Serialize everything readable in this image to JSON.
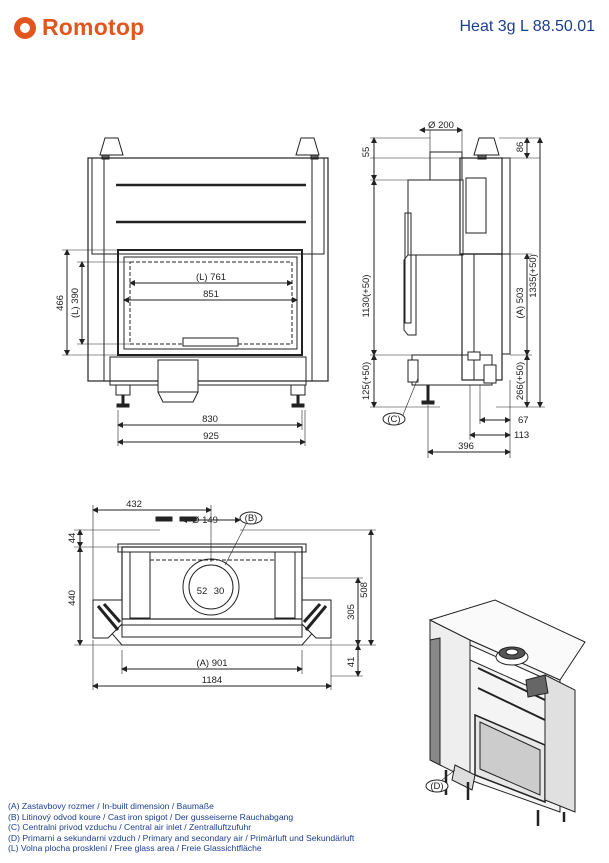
{
  "brand": {
    "name": "Romotop",
    "color": "#e1561f"
  },
  "model": "Heat 3g L 88.50.01",
  "front_view": {
    "dims": {
      "glass_width": "(L) 761",
      "inner_width": "851",
      "base_width": "830",
      "total_width": "925",
      "height_466": "466",
      "height_390": "(L) 390"
    }
  },
  "side_view": {
    "dims": {
      "flue_diameter": "Ø 200",
      "top_55": "55",
      "top_86": "86",
      "h_1130": "1130(+50)",
      "h_1335": "1335(+50)",
      "h_503": "(A) 503",
      "h_125": "125(+50)",
      "h_266": "266(+50)",
      "d_67": "67",
      "d_113": "113",
      "d_396": "396",
      "label_c": "(C)"
    }
  },
  "plan_view": {
    "dims": {
      "w_432": "432",
      "d_149": "Ø 149",
      "label_b": "(B)",
      "top_44": "44",
      "h_440": "440",
      "h_305": "305",
      "h_508": "508",
      "h_41": "41",
      "w_901": "(A) 901",
      "w_1184": "1184",
      "air_52": "52",
      "air_30": "30"
    }
  },
  "iso_view": {
    "label_d": "(D)"
  },
  "legend": [
    "(A)  Zastavbovy rozmer / In-built dimension / Baumaße",
    "(B)  Litinový odvod koure / Cast iron spigot / Der gusseiserne Rauchabgang",
    "(C)  Centralni privod vzduchu / Central air inlet / Zentralluftzufuhr",
    "(D)  Primarni a sekundarni vzduch / Primary and secondary air / Primärluft und Sekundärluft",
    "(L)  Volna plocha prosklení / Free glass area / Freie Glassichtfläche"
  ]
}
